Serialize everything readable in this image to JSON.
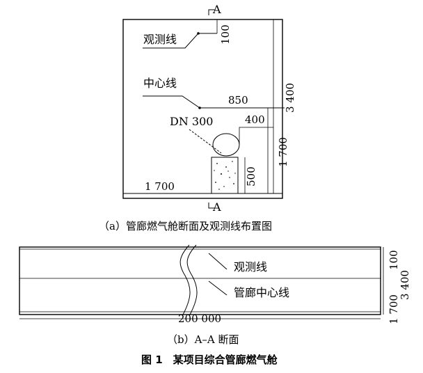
{
  "figure": {
    "section_mark_top": "A",
    "section_mark_bottom": "A",
    "labels": {
      "observation_line": "观测线",
      "center_line": "中心线",
      "pipe": "DN 300"
    },
    "dimensions": {
      "d100": "100",
      "d850": "850",
      "d400": "400",
      "d3400": "3 400",
      "d1700_right": "1 700",
      "d500": "500",
      "d1700_bottom": "1 700"
    },
    "caption_a": "（a）管廊燃气舱断面及观测线布置图",
    "section_b": {
      "observation_line": "观测线",
      "center_line": "管廊中心线",
      "length": "200 000",
      "d100": "100",
      "d3400": "3 400",
      "d1700": "1 700"
    },
    "caption_b": "（b）A–A 断面",
    "title": "图 1　某项目综合管廊燃气舱"
  }
}
